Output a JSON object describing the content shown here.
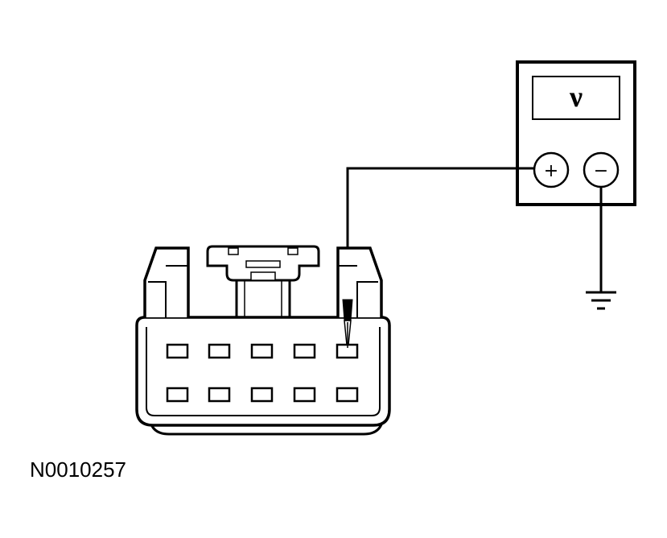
{
  "figure": {
    "id_label": "N0010257"
  },
  "meter": {
    "display_symbol": "ν",
    "positive_terminal": "+",
    "negative_terminal": "−"
  },
  "connector": {
    "rows": 2,
    "pins_per_row": 5,
    "probed_pin": {
      "row": 1,
      "column": 5
    }
  },
  "icons": [
    "voltmeter-icon",
    "ground-symbol-icon",
    "test-probe-icon",
    "connector-icon"
  ]
}
